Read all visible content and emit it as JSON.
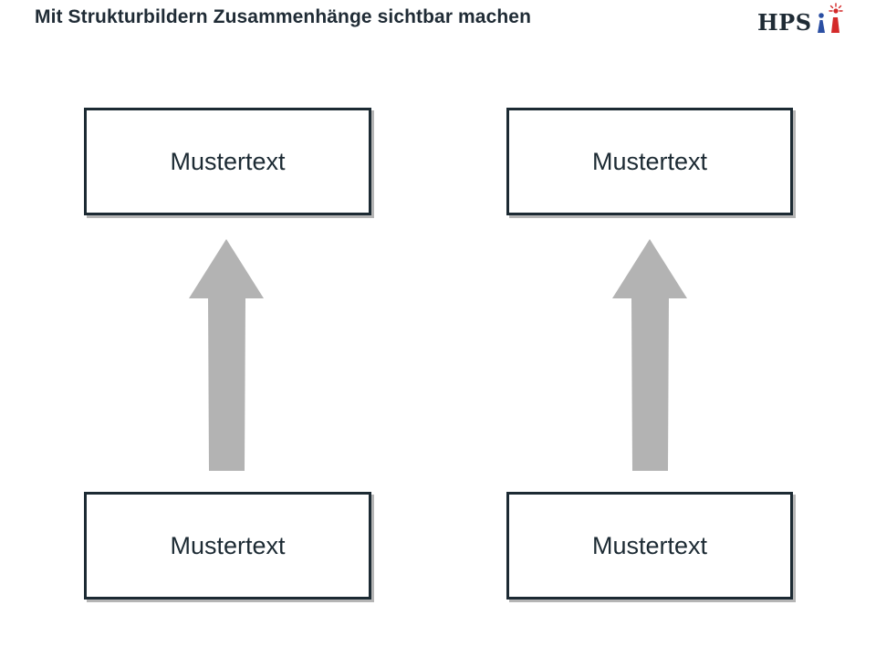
{
  "header": {
    "title": "Mit Strukturbildern Zusammenhänge sichtbar machen",
    "logo": {
      "text": "HPS",
      "icon": "people-figures-icon",
      "colors": {
        "red": "#d42a2a",
        "blue": "#2b4fa3"
      }
    }
  },
  "diagram": {
    "top_left_box": "Mustertext",
    "top_right_box": "Mustertext",
    "bottom_left_box": "Mustertext",
    "bottom_right_box": "Mustertext",
    "arrows": [
      {
        "from": "bottom_left_box",
        "to": "top_left_box",
        "direction": "up"
      },
      {
        "from": "bottom_right_box",
        "to": "top_right_box",
        "direction": "up"
      }
    ],
    "colors": {
      "box_border": "#1c2a33",
      "box_shadow": "#b5b5b5",
      "arrow_fill": "#b3b3b3"
    }
  }
}
